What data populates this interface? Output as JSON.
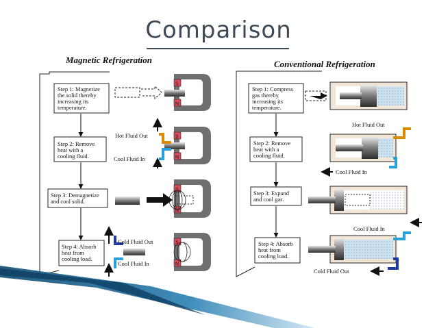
{
  "title": "Comparison",
  "magnetic": {
    "heading": "Magnetic Refrigeration",
    "steps": [
      [
        "Step 1: Magnetize",
        "the solid thereby",
        "increasing its",
        "temperature."
      ],
      [
        "Step 2: Remove",
        "heat with a",
        "cooling fluid."
      ],
      [
        "Step 3: Demagnetize",
        "and cool solid."
      ],
      [
        "Step 4: Absorb",
        "heat from",
        "cooling load."
      ]
    ],
    "labels": {
      "hot_out": "Hot Fluid Out",
      "cool_in": "Cool Fluid In",
      "cold_out": "Cold Fluid Out",
      "cool_in_2": "Cool Fluid In",
      "pole_s": "S",
      "pole_n": "N"
    }
  },
  "conventional": {
    "heading": "Conventional Refrigeration",
    "steps": [
      [
        "Step 1: Compress",
        "gas thereby",
        "increasing its",
        "temperature."
      ],
      [
        "Step 2: Remove",
        "heat with a",
        "cooling fluid."
      ],
      [
        "Step 3: Expand",
        "and cool gas."
      ],
      [
        "Step 4: Absorb",
        "heat from",
        "cooling load."
      ]
    ],
    "labels": {
      "hot_out": "Hot Fluid Out",
      "cool_in": "Cool Fluid In",
      "cool_in_2": "Cool Fluid In",
      "cold_out": "Cold Fluid Out"
    }
  },
  "colors": {
    "title": "#3e4b57",
    "magnet": "#6f6f6f",
    "pole": "#d94f5c",
    "hot_pipe": "#d98c00",
    "cool_pipe": "#2aa0d8",
    "cold_pipe": "#1f3aa0",
    "cylinder": "#f2e6d8",
    "gas": "#cde3f2",
    "band": "#1a5d87"
  }
}
